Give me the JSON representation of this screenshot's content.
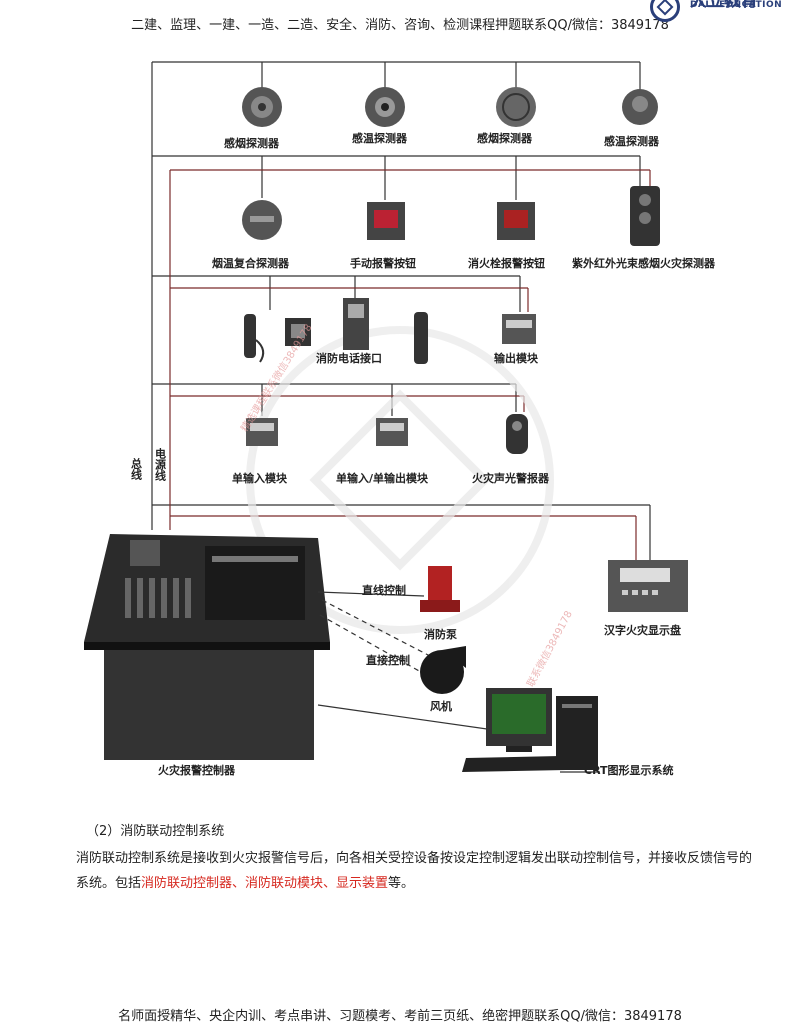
{
  "header": {
    "text": "二建、监理、一建、一造、二造、安全、消防、咨询、检测课程押题联系QQ/微信：3849178"
  },
  "logo": {
    "cn": "大立教育",
    "en": "DALI EDUCATION"
  },
  "diagram": {
    "row1": [
      "感烟探测器",
      "感温探测器",
      "感烟探测器",
      "感温探测器"
    ],
    "row2": [
      "烟温复合探测器",
      "手动报警按钮",
      "消火栓报警按钮",
      "紫外红外光束感烟火灾探测器"
    ],
    "row3": [
      "消防电话接口",
      "输出模块"
    ],
    "row4": [
      "单输入模块",
      "单输入/单输出模块",
      "火灾声光警报器"
    ],
    "bus_label": "总线",
    "power_label": "电源线",
    "direct_control_1": "直线控制",
    "pump": "消防泵",
    "direct_control_2": "直接控制",
    "fan": "风机",
    "display": "汉字火灾显示盘",
    "controller": "火灾报警控制器",
    "crt": "CRT图形显示系统"
  },
  "watermarks": [
    "精选课程联系微信3849178",
    "联系微信3849178"
  ],
  "section": {
    "title": "（2）消防联动控制系统",
    "para_a": "消防联动控制系统是接收到火灾报警信号后，向各相关受控设备按设定控制逻辑发出联动控制信号，并接收反馈信号的系统。包括",
    "para_red": "消防联动控制器、消防联动模块、显示装置",
    "para_b": "等。"
  },
  "footer": {
    "text": "名师面授精华、央企内训、考点串讲、习题模考、考前三页纸、绝密押题联系QQ/微信：3849178"
  }
}
